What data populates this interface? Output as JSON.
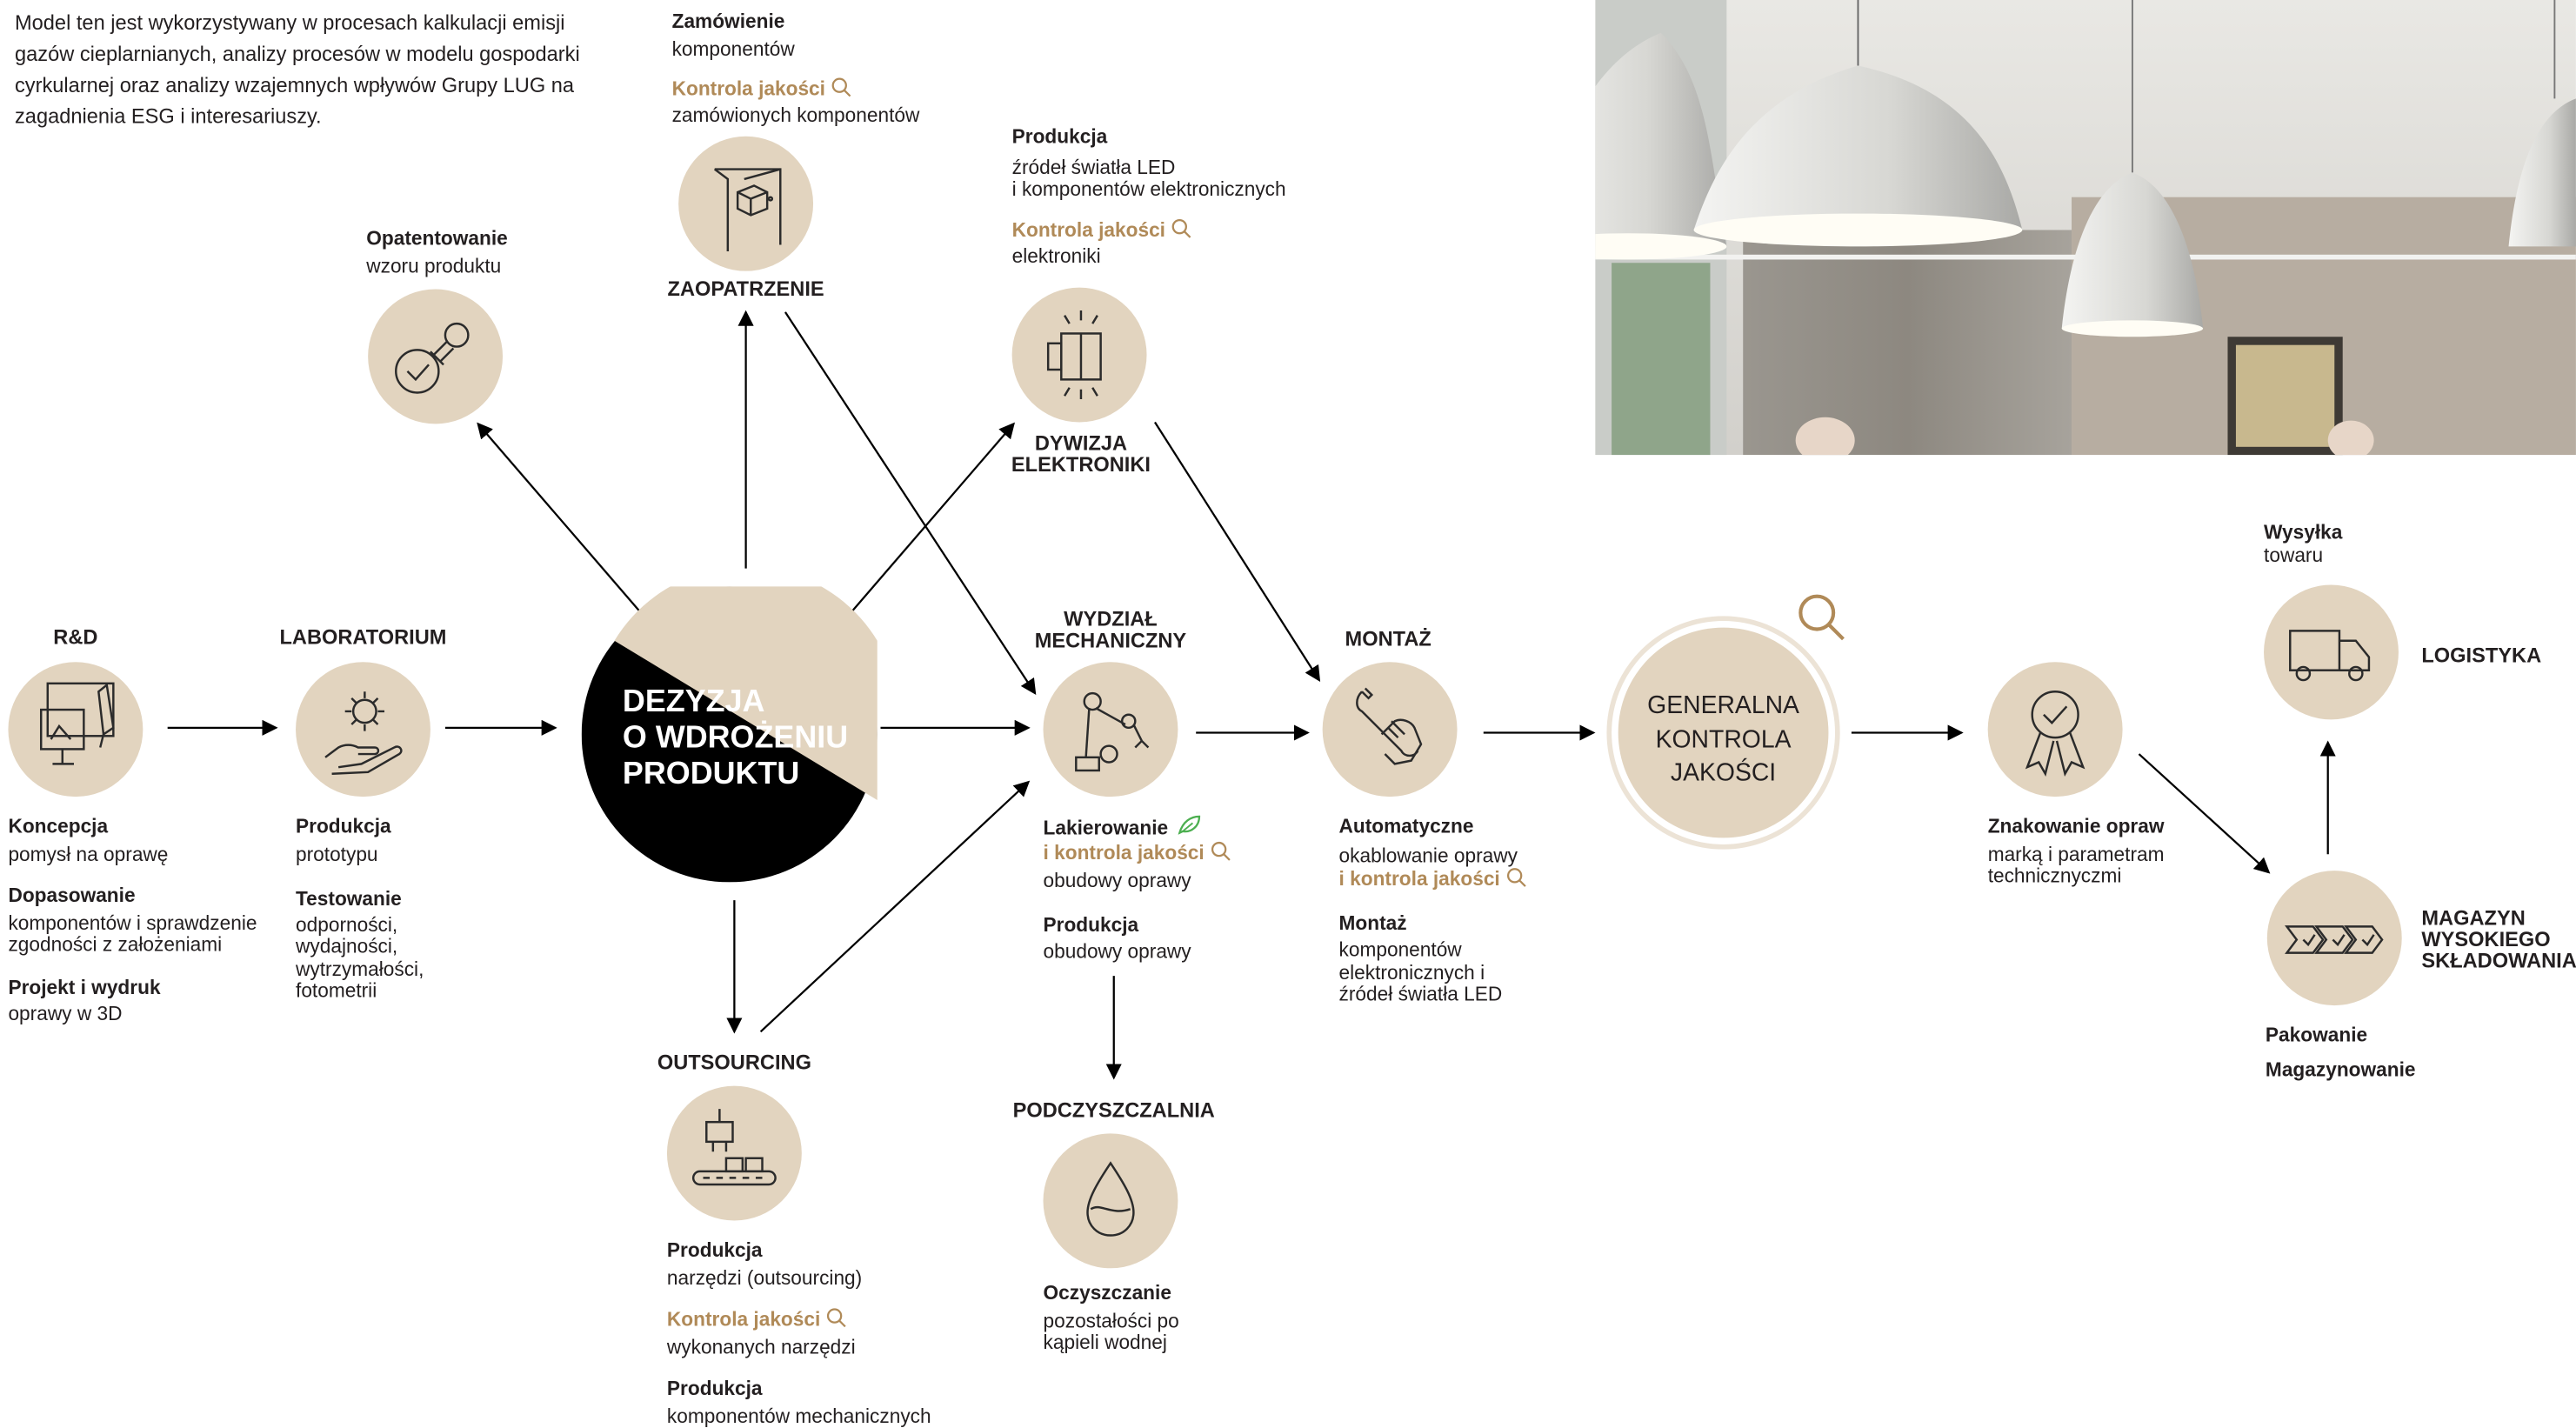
{
  "intro_text": "Model ten jest wykorzystywany w procesach kalkulacji emisji gazów cieplarnianych, analizy procesów w modelu gospodarki cyrkularnej oraz analizy wzajemnych wpływów Grupy LUG na zagadnienia ESG i interesariuszy.",
  "center": {
    "line1": "DEZYZJA",
    "line2": "O WDROŻENIU",
    "line3": "PRODUKTU"
  },
  "nodes": {
    "rd": {
      "title": "R&D",
      "steps": [
        {
          "bold": "Koncepcja",
          "text": "pomysł na oprawę"
        },
        {
          "bold": "Dopasowanie",
          "text1": "komponentów i sprawdzenie",
          "text2": "zgodności z założeniami"
        },
        {
          "bold": "Projekt i wydruk",
          "text": "oprawy w 3D"
        }
      ]
    },
    "lab": {
      "title": "LABORATORIUM",
      "steps": [
        {
          "bold": "Produkcja",
          "text": "prototypu"
        },
        {
          "bold": "Testowanie",
          "text1": "odporności,",
          "text2": "wydajności,",
          "text3": "wytrzymałości,",
          "text4": "fotometrii"
        }
      ]
    },
    "patent": {
      "bold": "Opatentowanie",
      "text": "wzoru produktu"
    },
    "supply": {
      "title": "ZAOPATRZENIE",
      "order_bold": "Zamówienie",
      "order_text": "komponentów",
      "qc_label": "Kontrola jakości",
      "qc_text": "zamówionych komponentów"
    },
    "electronics": {
      "title1": "DYWIZJA",
      "title2": "ELEKTRONIKI",
      "prod_bold": "Produkcja",
      "prod_text1": "źródeł światła LED",
      "prod_text2": "i komponentów elektronicznych",
      "qc_label": "Kontrola jakości",
      "qc_text": "elektroniki"
    },
    "mechanical": {
      "title1": "WYDZIAŁ",
      "title2": "MECHANICZNY",
      "paint_bold": "Lakierowanie",
      "paint_qc": "i kontrola jakości",
      "paint_text": "obudowy oprawy",
      "prod_bold": "Produkcja",
      "prod_text": "obudowy oprawy"
    },
    "assembly": {
      "title": "MONTAŻ",
      "auto_bold": "Automatyczne",
      "auto_text": "okablowanie oprawy",
      "auto_qc": "i kontrola jakości",
      "mount_bold": "Montaż",
      "mount_text1": "komponentów",
      "mount_text2": "elektronicznych i",
      "mount_text3": "źródeł światła LED"
    },
    "quality": {
      "line1": "GENERALNA",
      "line2": "KONTROLA",
      "line3": "JAKOŚCI"
    },
    "marking": {
      "bold": "Znakowanie opraw",
      "text1": "marką i parametram",
      "text2": "technicznyczmi"
    },
    "logistics": {
      "title": "LOGISTYKA",
      "ship_bold": "Wysyłka",
      "ship_text": "towaru"
    },
    "warehouse": {
      "title1": "MAGAZYN",
      "title2": "WYSOKIEGO",
      "title3": "SKŁADOWANIA",
      "pack": "Pakowanie",
      "store": "Magazynowanie"
    },
    "outsourcing": {
      "title": "OUTSOURCING",
      "tools_bold": "Produkcja",
      "tools_text": "narzędzi (outsourcing)",
      "qc_label": "Kontrola jakości",
      "qc_text": "wykonanych narzędzi",
      "mech_bold": "Produkcja",
      "mech_text": "komponentów mechanicznych"
    },
    "cleaning": {
      "title": "PODCZYSZCZALNIA",
      "bold": "Oczyszczanie",
      "text1": "pozostałości po",
      "text2": "kąpieli wodnej"
    }
  },
  "colors": {
    "beige": "#e2d4bf",
    "gold": "#b08a58",
    "black": "#000000",
    "eco_green": "#4caf50"
  },
  "icons": [
    "drawing-tools-icon",
    "gear-hand-icon",
    "stamp-icon",
    "door-box-icon",
    "light-module-icon",
    "robot-arm-icon",
    "wrench-hand-icon",
    "award-icon",
    "delivery-truck-icon",
    "conveyor-arrows-icon",
    "factory-robot-icon",
    "water-drop-icon",
    "magnifier-icon",
    "leaf-icon"
  ]
}
